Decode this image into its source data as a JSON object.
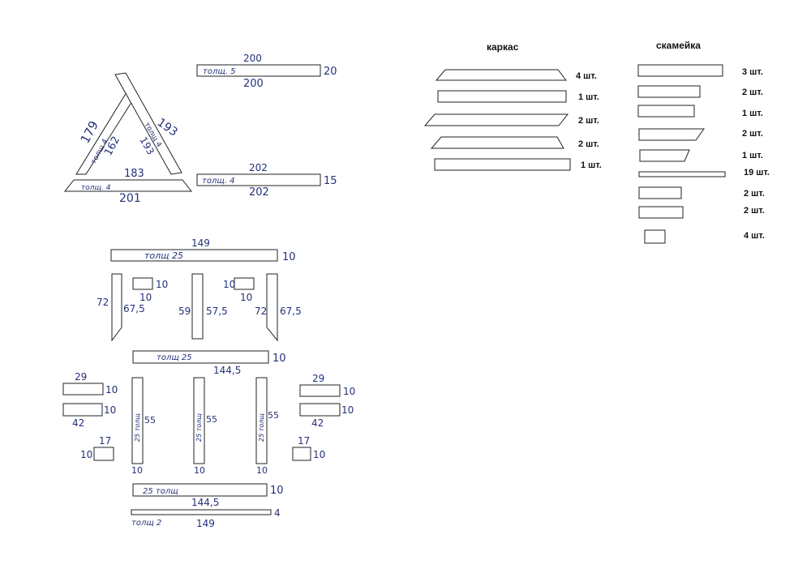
{
  "frame_title": "каркас",
  "bench_title": "скамейка",
  "frame_counts": [
    "4 шт.",
    "1 шт.",
    "2 шт.",
    "2 шт.",
    "1 шт."
  ],
  "bench_counts": [
    "3 шт.",
    "2 шт.",
    "1 шт.",
    "2 шт.",
    "1 шт.",
    "19 шт.",
    "2 шт.",
    "2 шт.",
    "4 шт."
  ],
  "triangle": {
    "left_outer": "179",
    "left_inner": "162",
    "left_thk": "толщ 4",
    "right_outer": "193",
    "right_inner": "193",
    "right_thk": "толщ 4",
    "base_top": "183",
    "base_bottom": "201",
    "base_thk": "толщ. 4"
  },
  "top_board": {
    "top": "200",
    "bottom": "200",
    "label": "толщ. 5",
    "side": "20"
  },
  "mid_board": {
    "top": "202",
    "bottom": "202",
    "label": "толщ. 4",
    "side": "15"
  },
  "board_149_top": {
    "top": "149",
    "label": "толщ 25",
    "side": "10"
  },
  "leg1": {
    "left": "72",
    "right": "67,5"
  },
  "leg2": {
    "left": "59",
    "right": "57,5"
  },
  "leg3": {
    "left": "72",
    "right": "67,5"
  },
  "sq1": {
    "right": "10",
    "bottom": "10"
  },
  "sq2": {
    "right": "10",
    "bottom": "10"
  },
  "board_1445_a": {
    "label": "толщ 25",
    "side": "10",
    "bottom": "144,5"
  },
  "left_small": {
    "top1": "29",
    "side1": "10",
    "side2": "10",
    "bottom2": "42",
    "top3": "17",
    "left3": "10"
  },
  "right_small": {
    "top1": "29",
    "side1": "10",
    "side2": "10",
    "bottom2": "42",
    "top3": "17",
    "right3": "10"
  },
  "posts": [
    {
      "label": "25 толщ",
      "height": "55",
      "bottom": "10"
    },
    {
      "label": "25 толщ",
      "height": "55",
      "bottom": "10"
    },
    {
      "label": "25 толщ",
      "height": "55",
      "bottom": "10"
    }
  ],
  "board_1445_b": {
    "label": "25 толщ",
    "side": "10",
    "bottom": "144,5"
  },
  "board_149_bottom": {
    "label": "толщ 2",
    "side": "4",
    "bottom": "149"
  }
}
